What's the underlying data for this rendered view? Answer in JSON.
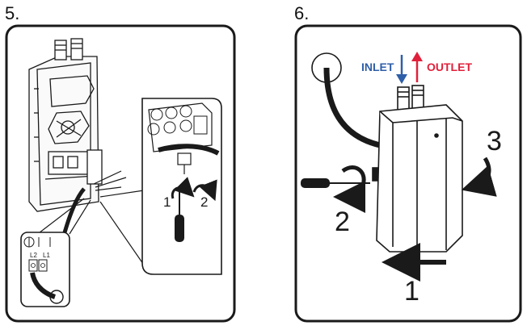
{
  "panels": [
    {
      "step": "5.",
      "callouts": [
        "1",
        "2"
      ],
      "terminal_labels": [
        "L2",
        "L1"
      ]
    },
    {
      "step": "6.",
      "inlet_label": "INLET",
      "outlet_label": "OUTLET",
      "callouts": [
        "1",
        "2",
        "3"
      ]
    }
  ],
  "colors": {
    "inlet": "#2f5fa8",
    "outlet": "#e0203a",
    "line": "#1a1a1a"
  }
}
